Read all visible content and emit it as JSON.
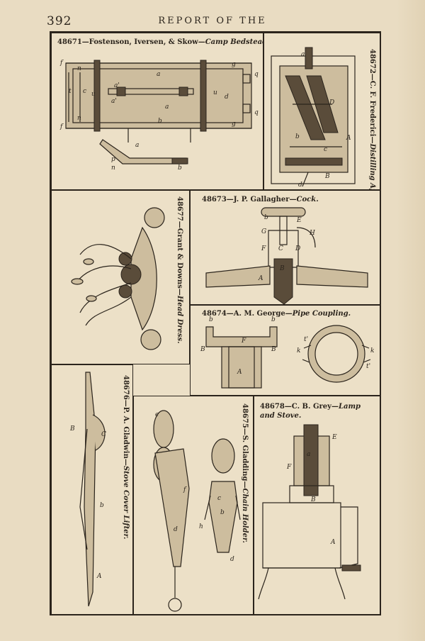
{
  "header": {
    "page_number": "392",
    "running_head": "REPORT OF THE"
  },
  "entries": [
    {
      "id": "48671",
      "names": "Fostenson, Iversen, & Skow",
      "title": "Camp Bedstead.",
      "letters": [
        "f",
        "n",
        "t",
        "c",
        "u",
        "a",
        "a'",
        "a'",
        "a",
        "b",
        "g",
        "q",
        "d",
        "u",
        "n",
        "f",
        "b",
        "g",
        "q",
        "a",
        "p",
        "n",
        "b"
      ]
    },
    {
      "id": "48672",
      "names": "C. F. Frederici",
      "title": "Distilling Apparatus.",
      "letters": [
        "a",
        "b",
        "c",
        "D",
        "A",
        "B",
        "d"
      ]
    },
    {
      "id": "48673",
      "names": "J. P. Gallagher",
      "title": "Cock.",
      "letters": [
        "b",
        "G",
        "E",
        "H",
        "F",
        "C",
        "D",
        "A",
        "B"
      ]
    },
    {
      "id": "48674",
      "names": "A. M. George",
      "title": "Pipe Coupling.",
      "letters": [
        "b",
        "b",
        "B",
        "B",
        "F",
        "A",
        "t'",
        "k",
        "k",
        "t'"
      ]
    },
    {
      "id": "48675",
      "names": "S. Gladding",
      "title": "Chain Holder.",
      "letters": [
        "e",
        "f",
        "h",
        "d",
        "b",
        "c",
        "d"
      ]
    },
    {
      "id": "48676",
      "names": "P. A. Gladwin",
      "title": "Stove Cover Lifter.",
      "letters": [
        "B",
        "C",
        "b",
        "A"
      ]
    },
    {
      "id": "48677",
      "names": "Grant & Downs",
      "title": "Head Dress.",
      "letters": []
    },
    {
      "id": "48678",
      "names": "C. B. Grey",
      "title": "Lamp and Stove.",
      "letters": [
        "E",
        "a",
        "F",
        "B",
        "A"
      ]
    }
  ]
}
